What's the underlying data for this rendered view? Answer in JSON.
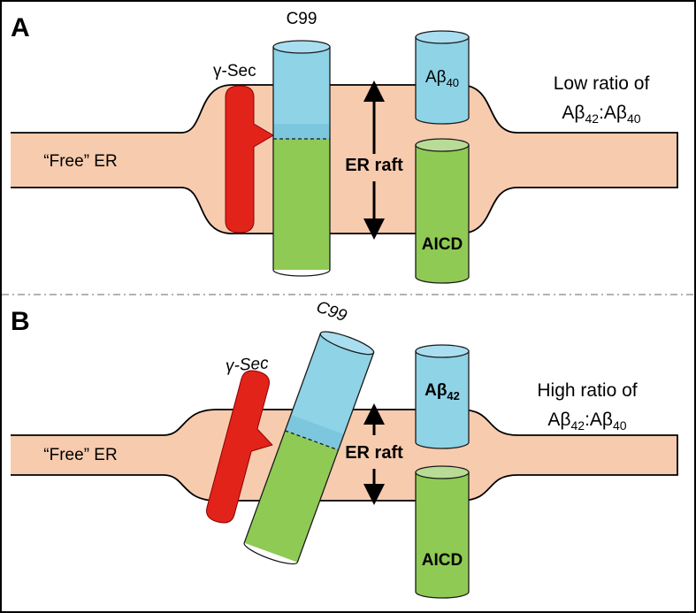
{
  "colors": {
    "membrane": "#f7cbae",
    "gamma_secretase": "#e2231a",
    "c99_top": "#8ed3e6",
    "c99_bottom": "#8fca55",
    "abeta": "#8ed3e6",
    "aicd": "#8fca55",
    "outline": "#1a1a1a",
    "divider": "#9a9a9a"
  },
  "panel_a": {
    "letter": "A",
    "free_er": "“Free” ER",
    "gamma_prefix": "γ",
    "gamma_suffix": "-Sec",
    "c99": "C99",
    "abeta_main": "Aβ",
    "abeta_sub": "40",
    "er_raft": "ER raft",
    "aicd": "AICD",
    "ratio_line1": "Low ratio of",
    "ratio_line2_a": "Aβ",
    "ratio_line2_a_sub": "42",
    "ratio_line2_sep": ":Aβ",
    "ratio_line2_b_sub": "40"
  },
  "panel_b": {
    "letter": "B",
    "free_er": "“Free” ER",
    "gamma_prefix": "γ",
    "gamma_suffix": "-Sec",
    "c99": "C99",
    "abeta_main": "Aβ",
    "abeta_sub": "42",
    "er_raft": "ER raft",
    "aicd": "AICD",
    "ratio_line1": "High ratio of",
    "ratio_line2_a": "Aβ",
    "ratio_line2_a_sub": "42",
    "ratio_line2_sep": ":Aβ",
    "ratio_line2_b_sub": "40"
  }
}
